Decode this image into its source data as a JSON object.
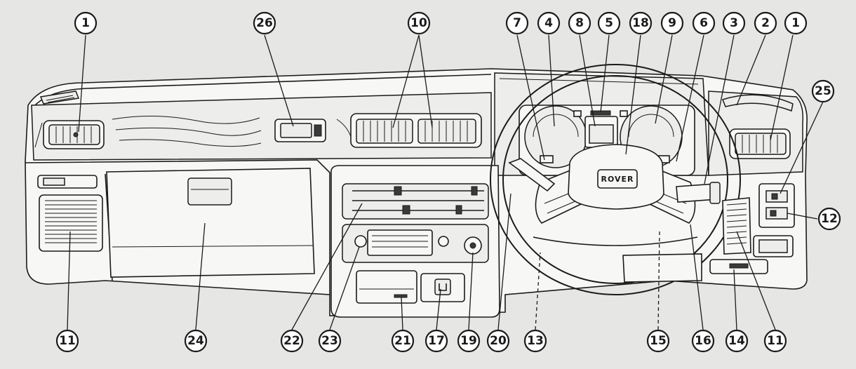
{
  "colors": {
    "background": "#e6e6e4",
    "ink": "#1b1b1b",
    "paper": "#f7f7f5"
  },
  "steering_wheel": {
    "logo_text": "ROVER"
  },
  "callouts": [
    {
      "id": "c-1-left",
      "label": "1"
    },
    {
      "id": "c-26",
      "label": "26"
    },
    {
      "id": "c-10",
      "label": "10"
    },
    {
      "id": "c-7",
      "label": "7"
    },
    {
      "id": "c-4",
      "label": "4"
    },
    {
      "id": "c-8",
      "label": "8"
    },
    {
      "id": "c-5",
      "label": "5"
    },
    {
      "id": "c-18",
      "label": "18"
    },
    {
      "id": "c-9",
      "label": "9"
    },
    {
      "id": "c-6",
      "label": "6"
    },
    {
      "id": "c-3",
      "label": "3"
    },
    {
      "id": "c-2",
      "label": "2"
    },
    {
      "id": "c-1-right",
      "label": "1"
    },
    {
      "id": "c-25",
      "label": "25"
    },
    {
      "id": "c-12",
      "label": "12"
    },
    {
      "id": "c-11-left",
      "label": "11"
    },
    {
      "id": "c-24",
      "label": "24"
    },
    {
      "id": "c-22",
      "label": "22"
    },
    {
      "id": "c-23",
      "label": "23"
    },
    {
      "id": "c-21",
      "label": "21"
    },
    {
      "id": "c-17",
      "label": "17"
    },
    {
      "id": "c-19",
      "label": "19"
    },
    {
      "id": "c-20",
      "label": "20"
    },
    {
      "id": "c-13",
      "label": "13"
    },
    {
      "id": "c-15",
      "label": "15"
    },
    {
      "id": "c-16",
      "label": "16"
    },
    {
      "id": "c-14",
      "label": "14"
    },
    {
      "id": "c-11-right",
      "label": "11"
    }
  ]
}
